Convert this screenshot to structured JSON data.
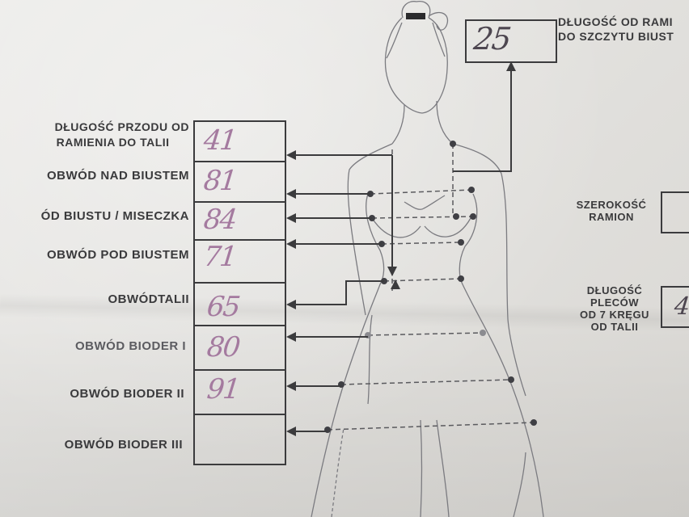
{
  "header": {
    "line1": "DŁUGOŚĆ OD RAMI",
    "line2": "DO SZCZYTU BIUST",
    "value": "25"
  },
  "rows": [
    {
      "label1": "DŁUGOŚĆ PRZODU OD",
      "label2": "RAMIENIA DO TALII",
      "value": "41"
    },
    {
      "label1": "OBWÓD NAD BIUSTEM",
      "value": "81"
    },
    {
      "label1": "ÓD BIUSTU / MISECZKA",
      "value": "84"
    },
    {
      "label1": "OBWÓD POD BIUSTEM",
      "value": "71"
    },
    {
      "label1": "OBWÓDTALII",
      "value": "65"
    },
    {
      "label1": "OBWÓD BIODER I",
      "value": "80"
    },
    {
      "label1": "OBWÓD BIODER II",
      "value": "91"
    },
    {
      "label1": "OBWÓD BIODER III",
      "value": ""
    }
  ],
  "right": {
    "shoulder_line1": "SZEROKOŚĆ",
    "shoulder_line2": "RAMION",
    "back_line1": "DŁUGOŚĆ",
    "back_line2": "PLECÓW",
    "back_line3": "OD 7 KRĘGU",
    "back_line4": "OD TALII",
    "back_value_partial": "4"
  },
  "colors": {
    "ink": "#3a3a3c",
    "pencil": "#a47a9f",
    "paper": "#e6e5e2"
  }
}
